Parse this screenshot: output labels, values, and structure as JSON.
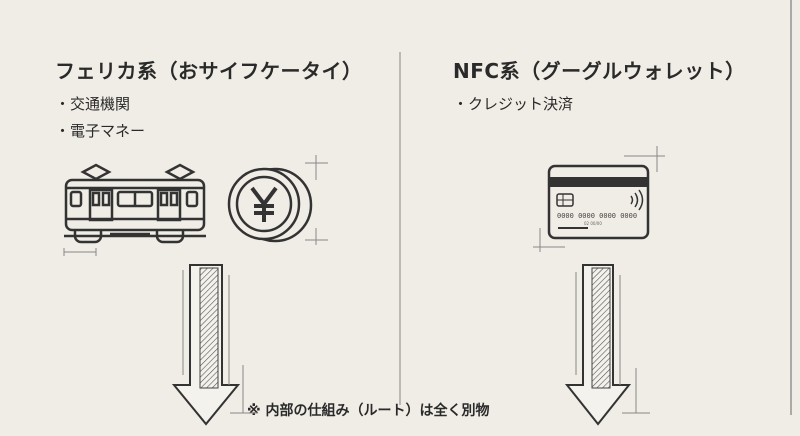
{
  "left": {
    "title": "フェリカ系（おサイフケータイ）",
    "items": [
      "・交通機関",
      "・電子マネー"
    ],
    "icons": [
      "train-icon",
      "yen-coin-icon",
      "down-arrow-icon"
    ]
  },
  "right": {
    "title": "NFC系（グーグルウォレット）",
    "items": [
      "・クレジット決済"
    ],
    "icons": [
      "credit-card-icon",
      "down-arrow-icon"
    ],
    "card": {
      "number": "0000 0000 0000 0000",
      "expiry": "02 00/00"
    }
  },
  "note": "※ 内部の仕組み（ルート）は全く別物",
  "colors": {
    "background": "#efede5",
    "ink": "#2a2a2a"
  }
}
